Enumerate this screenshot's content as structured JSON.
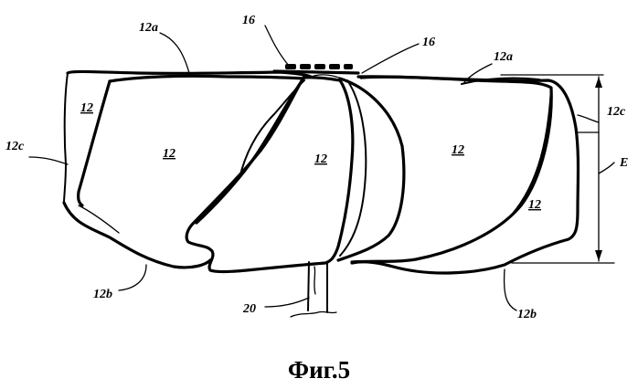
{
  "figure": {
    "caption": "Фиг.5",
    "labels": {
      "l12a_left": "12a",
      "l12a_right": "12a",
      "l16_left": "16",
      "l16_right": "16",
      "l12c_left": "12c",
      "l12c_right": "12c",
      "l12_corner": "12",
      "l12_left": "12",
      "l12_center": "12",
      "l12_right": "12",
      "l12_far_right": "12",
      "l12b_left": "12b",
      "l12b_right": "12b",
      "l20": "20",
      "lE": "E"
    }
  }
}
